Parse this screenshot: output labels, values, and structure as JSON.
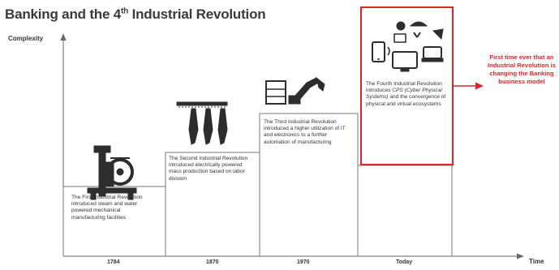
{
  "title": {
    "main": "Banking and the 4",
    "sup": "th",
    "rest": " Industrial Revolution"
  },
  "axes": {
    "y_label": "Complexity",
    "x_label": "Time"
  },
  "stages": [
    {
      "year": "1784",
      "text": "The First Industrial Revolution introduced steam and water powered mechanical manufacturing facilities"
    },
    {
      "year": "1870",
      "text": "The Second Industrial Revolution introduced electrically powered mass production based on labor division"
    },
    {
      "year": "1970",
      "text": "The Third Industrial Revolution introduced a higher utilization of IT and electronics to a further automation of manufacturing"
    },
    {
      "year": "Today",
      "text_pre": "The Fourth Industrial Revolution introduces ",
      "text_em": "CPS (Cyber Physical Systems)",
      "text_post": " and the convergence of physical and virtual ecosystems"
    }
  ],
  "callout": {
    "text": "First time ever that an Industrial Revolution is changing the Banking business model"
  },
  "colors": {
    "accent": "#d9262a",
    "ink": "#333333"
  }
}
